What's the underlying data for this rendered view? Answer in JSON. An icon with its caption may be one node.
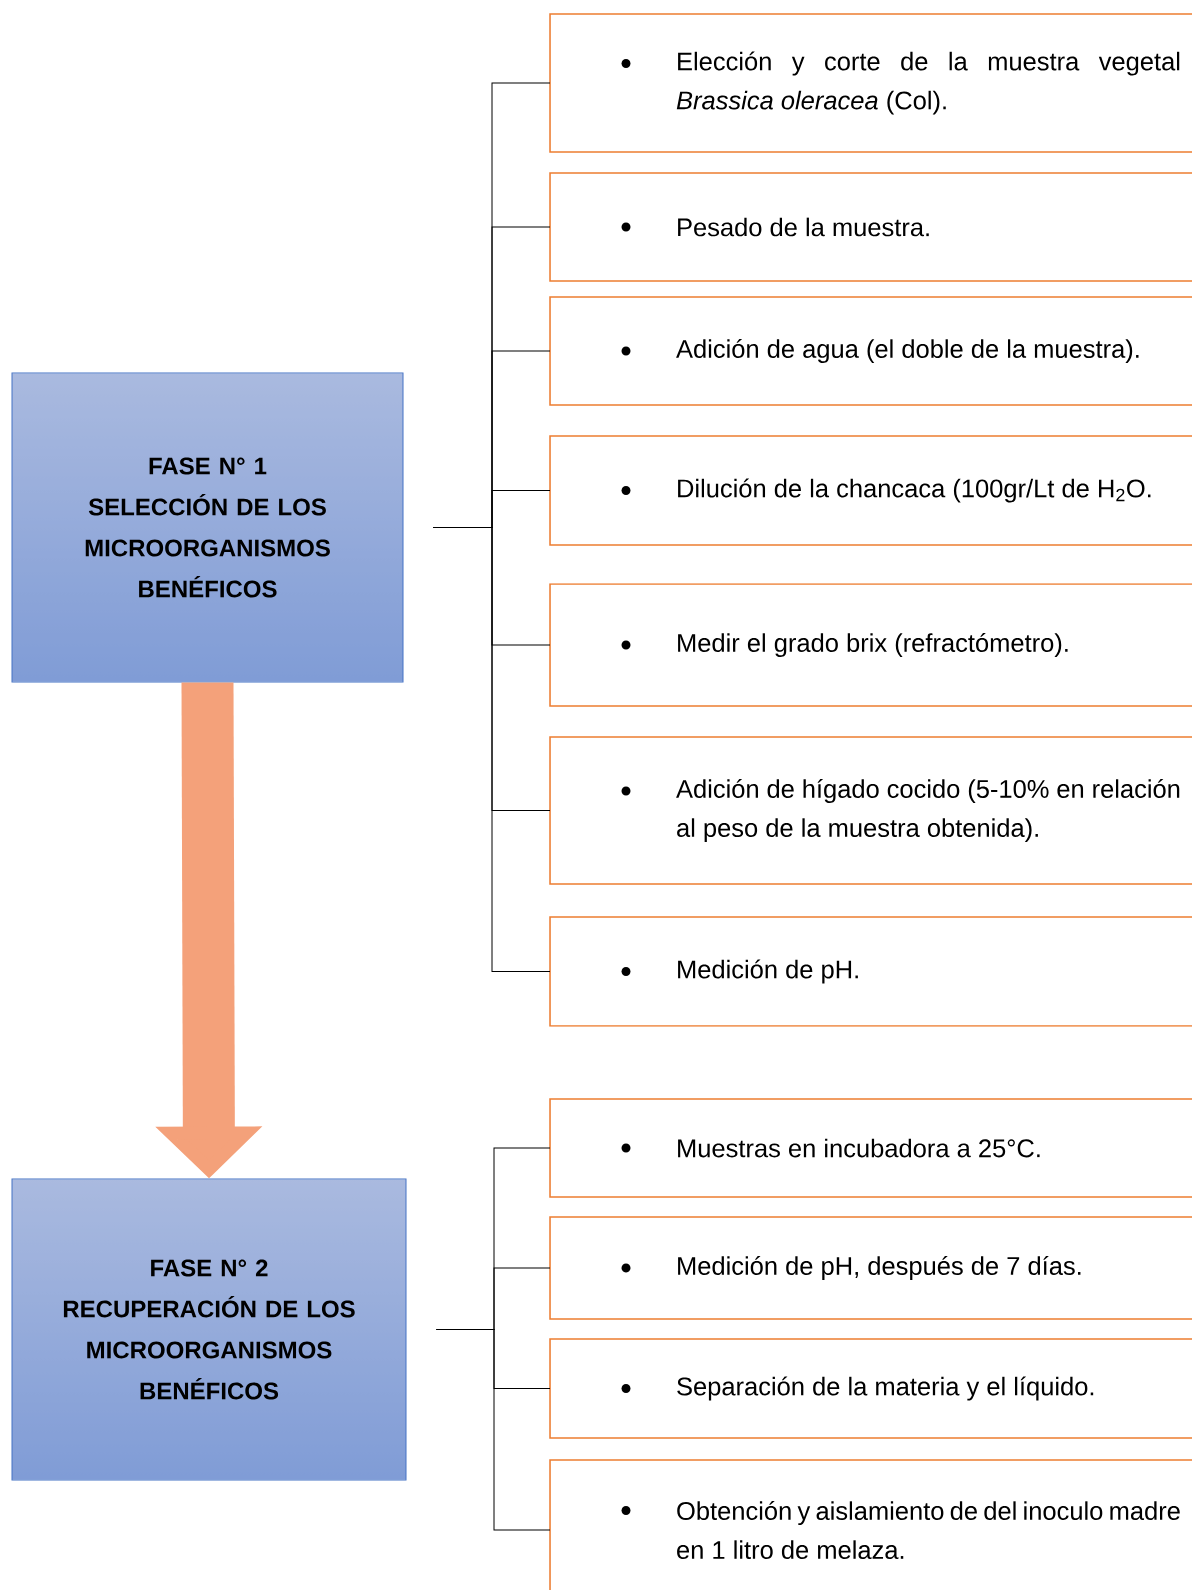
{
  "diagram": {
    "nodes": [
      {
        "text": [
          "FASE N° 1",
          "SELECCIÓN DE LOS MICROORGANISMOS BENÉFICOS"
        ]
      },
      {
        "text": [
          "Elección y corte de la muestra vegetal *Brassica oleracea* (Col)."
        ]
      },
      {
        "text": [
          "Pesado de la muestra."
        ]
      },
      {
        "text": [
          "Adición de agua (el doble de la muestra)."
        ]
      },
      {
        "text": [
          "Dilución de la chancaca (100gr/Lt de H$_{2}$O."
        ]
      },
      {
        "text": [
          "Medir el grado brix (refractómetro)."
        ]
      },
      {
        "text": [
          "Adición de hígado cocido (5-10% en relación al peso de la muestra obtenida)."
        ]
      },
      {
        "text": [
          "Medición de pH."
        ]
      },
      {
        "text": [
          "FASE N° 2",
          "RECUPERACIÓN DE LOS MICROORGANISMOS BENÉFICOS"
        ]
      },
      {
        "text": [
          "Muestras en incubadora a 25°C."
        ]
      },
      {
        "text": [
          "Medición de pH, después de 7 días."
        ]
      },
      {
        "text": [
          "Separación de la materia y el líquido."
        ]
      },
      {
        "text": [
          "Obtención y aislamiento de del inoculo madre en 1 litro de melaza."
        ]
      }
    ],
    "edges": [
      {
        "from": 0,
        "to": 8,
        "arrow": "to",
        "style": "thick",
        "color": "#f4a17a"
      },
      {
        "from": 0,
        "to": 1,
        "arrow": "none"
      },
      {
        "from": 0,
        "to": 2,
        "arrow": "none"
      },
      {
        "from": 0,
        "to": 3,
        "arrow": "none"
      },
      {
        "from": 0,
        "to": 4,
        "arrow": "none"
      },
      {
        "from": 0,
        "to": 5,
        "arrow": "none"
      },
      {
        "from": 0,
        "to": 6,
        "arrow": "none"
      },
      {
        "from": 0,
        "to": 7,
        "arrow": "none"
      },
      {
        "from": 8,
        "to": 9,
        "arrow": "none"
      },
      {
        "from": 8,
        "to": 10,
        "arrow": "none"
      },
      {
        "from": 8,
        "to": 11,
        "arrow": "none"
      },
      {
        "from": 8,
        "to": 12,
        "arrow": "none"
      }
    ]
  }
}
